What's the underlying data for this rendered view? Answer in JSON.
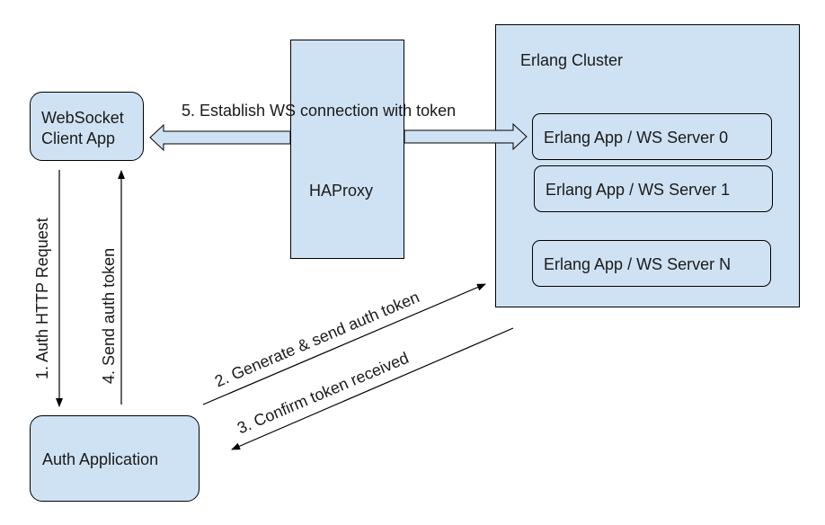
{
  "nodes": {
    "websocket_client": {
      "label_line1": "WebSocket",
      "label_line2": "Client App"
    },
    "haproxy": {
      "label": "HAProxy"
    },
    "erlang_cluster": {
      "label": "Erlang Cluster",
      "servers": [
        "Erlang App / WS Server 0",
        "Erlang App / WS Server 1",
        "Erlang App / WS Server N"
      ]
    },
    "auth_application": {
      "label": "Auth Application"
    }
  },
  "edges": {
    "step1": "1. Auth HTTP Request",
    "step2": "2. Generate & send auth token",
    "step3": "3. Confirm token received",
    "step4": "4. Send auth token",
    "step5": "5. Establish WS connection with token"
  },
  "colors": {
    "box_fill": "#cfe2f3",
    "stroke": "#000000"
  }
}
